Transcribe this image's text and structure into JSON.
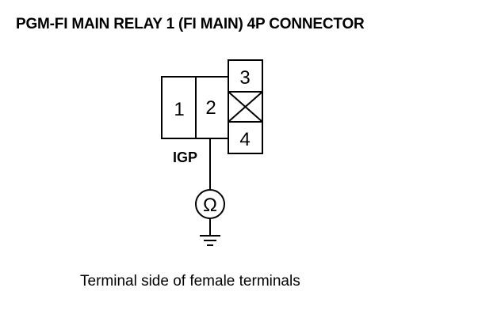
{
  "title": "PGM-FI MAIN RELAY 1 (FI MAIN) 4P CONNECTOR",
  "caption": "Terminal side of female terminals",
  "connector": {
    "terminals": [
      {
        "number": "1"
      },
      {
        "number": "2"
      },
      {
        "number": "3"
      },
      {
        "number": "4"
      }
    ],
    "wire_label": "IGP"
  },
  "meter": {
    "symbol": "Ω"
  }
}
